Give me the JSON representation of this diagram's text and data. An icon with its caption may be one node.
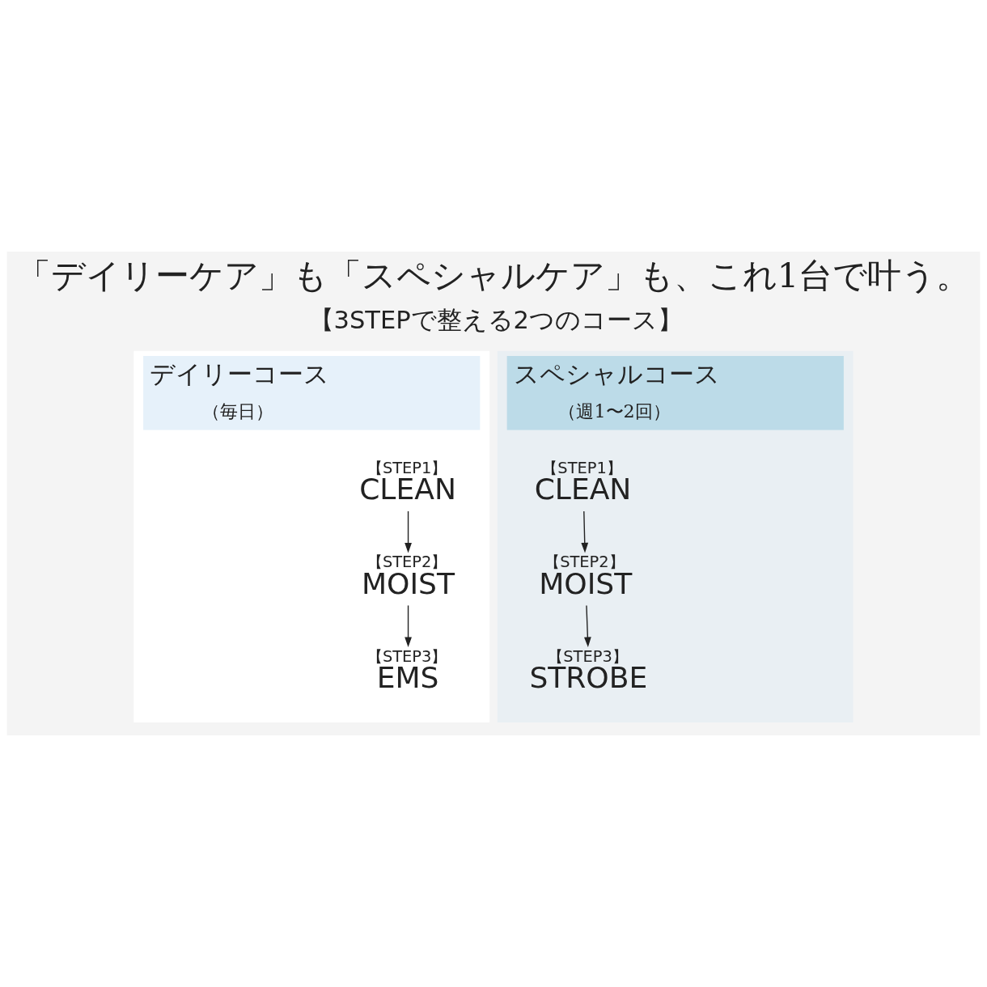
{
  "diagram": {
    "title": "「デイリーケア」も「スペシャルケア」も、これ1台で叶う。",
    "nodes": [
      {
        "text": [
          "デイリーコース",
          "（毎日）"
        ]
      },
      {
        "text": [
          "【STEP1】",
          "CLEAN"
        ],
        "in": 0
      },
      {
        "text": [
          "【STEP2】",
          "MOIST"
        ],
        "in": 0
      },
      {
        "text": [
          "【STEP3】",
          "EMS"
        ],
        "in": 0
      },
      {
        "text": [
          "スペシャルコース",
          "（週1〜2回）"
        ]
      },
      {
        "text": [
          "【STEP1】",
          "CLEAN"
        ],
        "in": 4
      },
      {
        "text": [
          "【STEP2】",
          "MOIST"
        ],
        "in": 4
      },
      {
        "text": [
          "【STEP3】",
          "STROBE"
        ],
        "in": 4
      }
    ],
    "edges": [
      {
        "from": 1,
        "to": 2,
        "arrow": "to"
      },
      {
        "from": 2,
        "to": 3,
        "arrow": "to"
      },
      {
        "from": 5,
        "to": 6,
        "arrow": "to"
      },
      {
        "from": 6,
        "to": 7,
        "arrow": "to"
      }
    ],
    "labels": [
      "【3STEPで整える2つのコース】"
    ]
  }
}
